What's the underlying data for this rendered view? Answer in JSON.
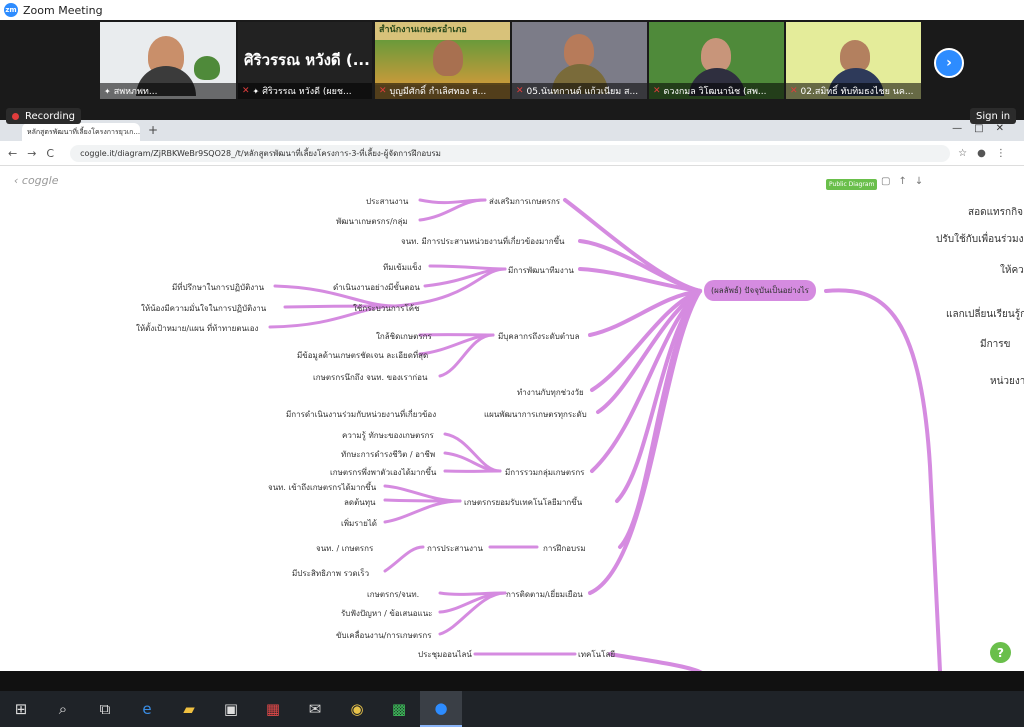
{
  "zoom": {
    "window_title": "Zoom Meeting",
    "recording_label": "Recording",
    "signin_label": "Sign in",
    "participants": [
      {
        "name": "สพหภพท..."
      },
      {
        "name": "ศิริวรรณ หวังดี (ผยช...",
        "big_name": "ศิริวรรณ หวังดี (..."
      },
      {
        "name": "บุญมีศักดิ์ กำเลิศทอง ส...",
        "banner": "สำนักงานเกษตรอำเภอ"
      },
      {
        "name": "05.นันทกานต์ แก้วเนียม ส..."
      },
      {
        "name": "ดวงกมล วิโฒนานิช (สพ..."
      },
      {
        "name": "02.สมิทธิ์ ทับทิมธงไชย นค..."
      }
    ]
  },
  "browser": {
    "tab_title": "หลักสูตรพัฒนาที่เลี้ยงโครงการยุวเก...",
    "url": "coggle.it/diagram/ZjRBKWeBr9SQO28_/t/หลักสูตรพัฒนาที่เลี้ยงโครงการ-3-ที่เลี้ยง-ผู้จัดการฝึกอบรม"
  },
  "coggle": {
    "logo": "‹ coggle",
    "public_badge": "Public Diagram",
    "central": "(ผลลัพธ์) ปัจจุบันเป็นอย่างไร",
    "branches": [
      "ส่งเสริมการเกษตรกร",
      "จนท. มีการประสานหน่วยงานที่เกี่ยวข้องมากขึ้น",
      "มีการพัฒนาทีมงาน",
      "มีบุคลากรถึงระดับตำบล",
      "ทำงานกับทุกช่วงวัย",
      "แผนพัฒนาการเกษตรทุกระดับ",
      "มีการรวมกลุ่มเกษตรกร",
      "เกษตรกรยอมรับเทคโนโลยีมากขึ้น",
      "การฝึกอบรม",
      "การติดตาม/เยี่ยมเยือน",
      "เทคโนโลยี"
    ],
    "leaves": [
      "ประสานงาน",
      "พัฒนาเกษตรกร/กลุ่ม",
      "ทีมเข้มแข็ง",
      "ดำเนินงานอย่างมีขั้นตอน",
      "ใช้กระบวนการโค้ช",
      "มีที่ปรึกษาในการปฏิบัติงาน",
      "ให้น้องมีความมั่นใจในการปฏิบัติงาน",
      "ให้ตั้งเป้าหมาย/แผน ที่ท้าทายตนเอง",
      "ใกล้ชิดเกษตรกร",
      "มีข้อมูลด้านเกษตรชัดเจน ละเอียดที่สุด",
      "เกษตรกรนึกถึง จนท. ของเราก่อน",
      "มีการดำเนินงานร่วมกับหน่วยงานที่เกี่ยวข้อง",
      "ความรู้ ทักษะของเกษตรกร",
      "ทักษะการดำรงชีวิต / อาชีพ",
      "เกษตรกรพึ่งพาตัวเองได้มากขึ้น",
      "จนท. เข้าถึงเกษตรกรได้มากขึ้น",
      "ลดต้นทุน",
      "เพิ่มรายได้",
      "จนท. / เกษตรกร",
      "การประสานงาน",
      "มีประสิทธิภาพ รวดเร็ว",
      "เกษตรกร/จนท.",
      "รับฟังปัญหา / ข้อเสนอแนะ",
      "ขับเคลื่อนงาน/การเกษตรกร",
      "ประชุมออนไลน์"
    ],
    "right_side": [
      "สอดแทรกกิจ",
      "ปรับใช้กับเพื่อนร่วมง",
      "ให้คว",
      "แลกเปลี่ยนเรียนรู้ก",
      "มีการข",
      "หน่วยงา"
    ],
    "help": "?"
  },
  "colors": {
    "branch": "#d58be0",
    "accent": "#2d8cff",
    "coggle_green": "#6abf4b"
  }
}
